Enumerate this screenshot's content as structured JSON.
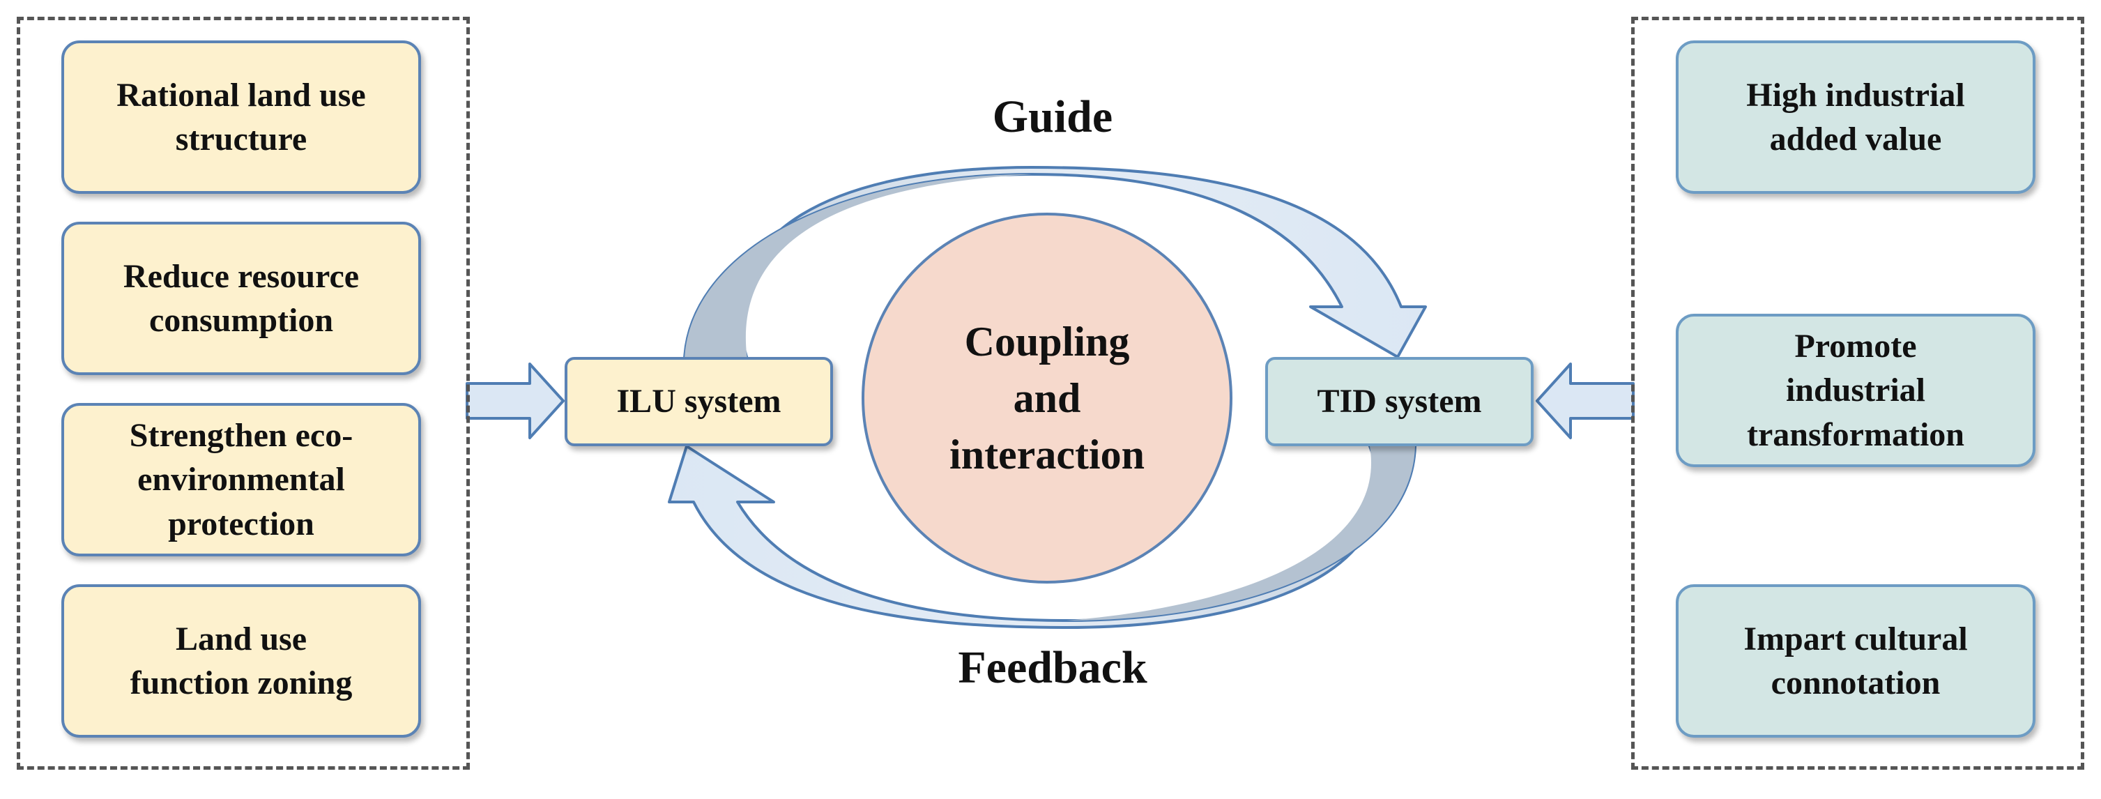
{
  "left_panel": {
    "items": [
      {
        "label": "Rational land use\nstructure"
      },
      {
        "label": "Reduce resource\nconsumption"
      },
      {
        "label": "Strengthen eco-\nenvironmental\nprotection"
      },
      {
        "label": "Land use\nfunction zoning"
      }
    ]
  },
  "right_panel": {
    "items": [
      {
        "label": "High industrial\nadded value"
      },
      {
        "label": "Promote\nindustrial\ntransformation"
      },
      {
        "label": "Impart cultural\nconnotation"
      }
    ]
  },
  "center": {
    "left_system": "ILU system",
    "right_system": "TID system",
    "core": "Coupling\nand\ninteraction",
    "top_label": "Guide",
    "bottom_label": "Feedback"
  },
  "colors": {
    "left_box_fill": "#fdf1ce",
    "right_box_fill": "#d3e6e4",
    "core_fill": "#f6d9cc",
    "outline_blue": "#5b83b5",
    "arrow_fill": "#dbe7f4"
  }
}
